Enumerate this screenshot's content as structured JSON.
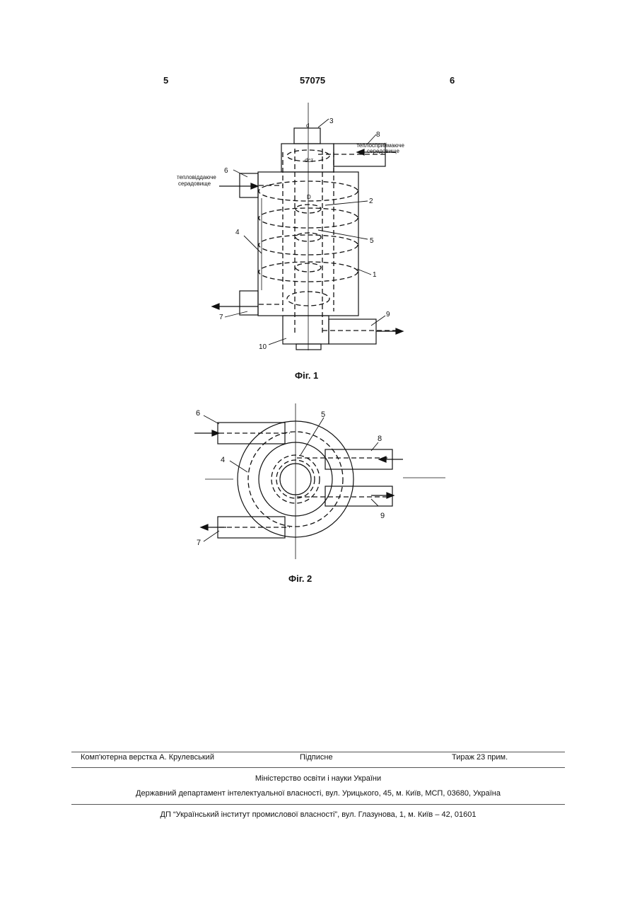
{
  "header": {
    "page_left": "5",
    "patent_number": "57075",
    "page_right": "6"
  },
  "fig1": {
    "caption": "Фіг. 1",
    "text_heat_receiving": [
      "теплосприймаюче",
      "середовище"
    ],
    "text_heat_giving": [
      "тепловіддаюче",
      "серадовище"
    ],
    "dim_d": "d",
    "dim_dst": "dст",
    "dim_D": "D",
    "ref_labels": [
      "3",
      "8",
      "6",
      "2",
      "5",
      "4",
      "1",
      "7",
      "9",
      "10"
    ]
  },
  "fig2": {
    "caption": "Фіг. 2",
    "ref_labels": [
      "6",
      "5",
      "8",
      "4",
      "9",
      "7"
    ]
  },
  "footer": {
    "typesetter": "Комп'ютерна верстка А. Крулевський",
    "signed": "Підписне",
    "circulation": "Тираж 23 прим.",
    "ministry": "Міністерство освіти і науки України",
    "department": "Державний департамент інтелектуальної власності, вул. Урицького, 45, м. Київ, МСП, 03680, Україна",
    "institute": "ДП “Український інститут промислової власності”, вул. Глазунова, 1, м. Київ – 42, 01601"
  }
}
